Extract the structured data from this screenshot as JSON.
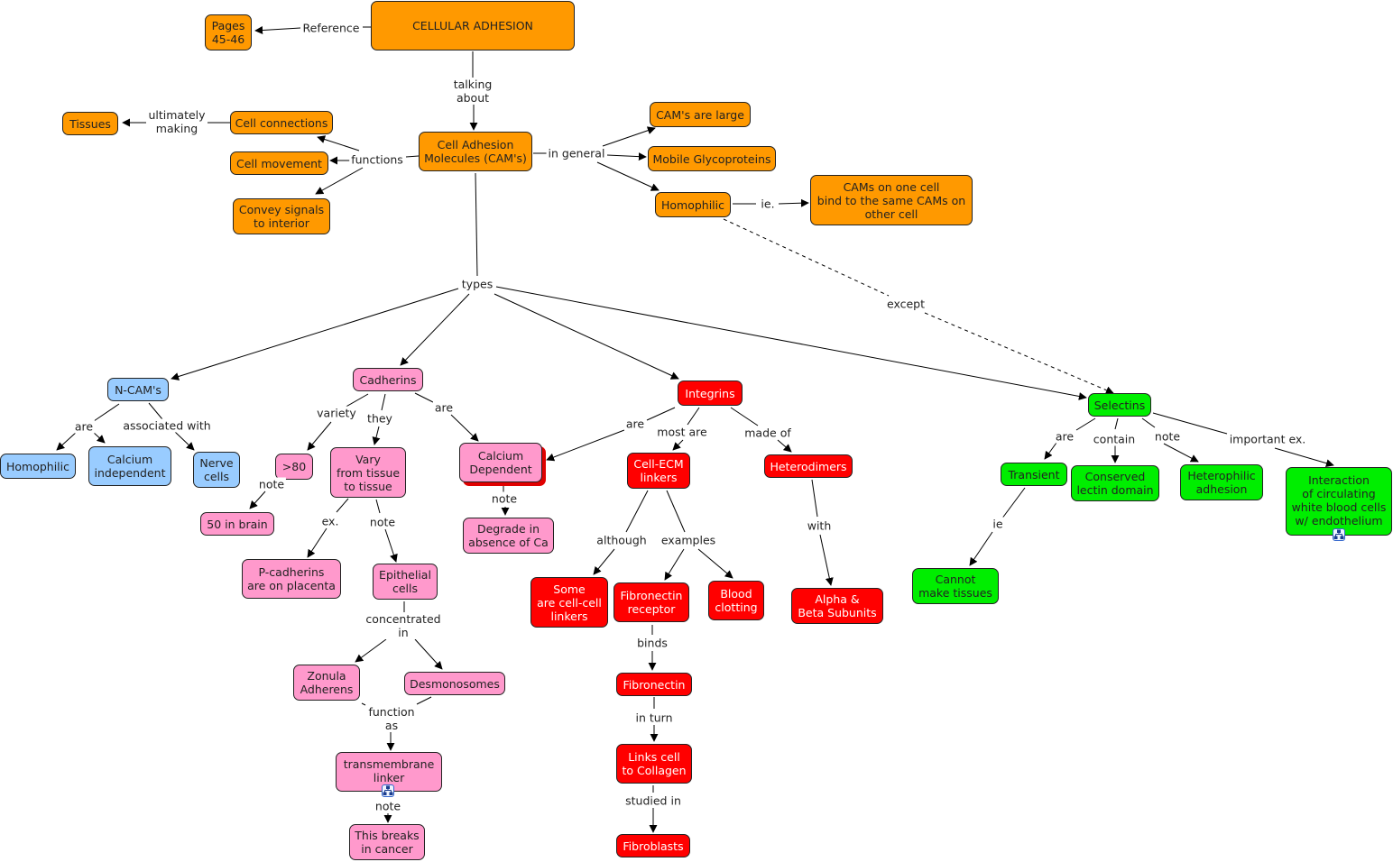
{
  "title": "CELLULAR ADHESION",
  "colors": {
    "orange": "#ff9900",
    "blue": "#99ccff",
    "pink": "#ff99cc",
    "red": "#ff0000",
    "green": "#00ee00"
  },
  "nodes": {
    "root": "CELLULAR ADHESION",
    "pages": "Pages\n45-46",
    "cams": "Cell Adhesion\nMolecules (CAM's)",
    "tissues": "Tissues",
    "cell_connections": "Cell connections",
    "cell_movement": "Cell movement",
    "convey_signals": "Convey signals\nto interior",
    "cams_large": "CAM's are large",
    "mobile_glyco": "Mobile Glycoproteins",
    "homophilic_top": "Homophilic",
    "cams_bind": "CAMs on one cell\nbind to the same CAMs on\nother cell",
    "ncams": "N-CAM's",
    "ncam_homophilic": "Homophilic",
    "calcium_independent": "Calcium\nindependent",
    "nerve_cells": "Nerve\ncells",
    "cadherins": "Cadherins",
    "gt80": ">80",
    "brain50": "50 in brain",
    "vary": "Vary\nfrom tissue\nto tissue",
    "pcadherins": "P-cadherins\nare on placenta",
    "epithelial": "Epithelial\ncells",
    "zonula": "Zonula\nAdherens",
    "desmonosomes": "Desmonosomes",
    "transmembrane": "transmembrane\nlinker",
    "breaks_cancer": "This breaks\nin cancer",
    "calcium_dependent": "Calcium\nDependent",
    "degrade": "Degrade in\nabsence of Ca",
    "integrins": "Integrins",
    "cell_ecm": "Cell-ECM\nlinkers",
    "heterodimers": "Heterodimers",
    "some_cellcell": "Some\nare cell-cell\nlinkers",
    "fibronectin_receptor": "Fibronectin\nreceptor",
    "blood_clotting": "Blood\nclotting",
    "alpha_beta": "Alpha &\nBeta Subunits",
    "fibronectin": "Fibronectin",
    "links_collagen": "Links cell\nto Collagen",
    "fibroblasts": "Fibroblasts",
    "selectins": "Selectins",
    "transient": "Transient",
    "conserved_lectin": "Conserved\nlectin domain",
    "heterophilic": "Heterophilic\nadhesion",
    "interaction_wbc": "Interaction\nof circulating\nwhite blood cells\nw/ endothelium",
    "cannot_tissues": "Cannot\nmake tissues"
  },
  "links": {
    "reference": "Reference",
    "talking_about": "talking\nabout",
    "ultimately_making": "ultimately\nmaking",
    "functions": "functions",
    "in_general": "in general",
    "ie_top": "ie.",
    "except": "except",
    "types": "types",
    "ncam_are": "are",
    "associated_with": "associated with",
    "variety": "variety",
    "they": "they",
    "cad_are": "are",
    "note_80": "note",
    "ex": "ex.",
    "note_vary": "note",
    "concentrated_in": "concentrated\nin",
    "function_as": "function\nas",
    "note_trans": "note",
    "note_calcium": "note",
    "int_are": "are",
    "most_are": "most are",
    "made_of": "made of",
    "although": "although",
    "examples": "examples",
    "with": "with",
    "binds": "binds",
    "in_turn": "in turn",
    "studied_in": "studied in",
    "sel_are": "are",
    "contain": "contain",
    "sel_note": "note",
    "important_ex": "important ex.",
    "ie_sel": "ie"
  }
}
